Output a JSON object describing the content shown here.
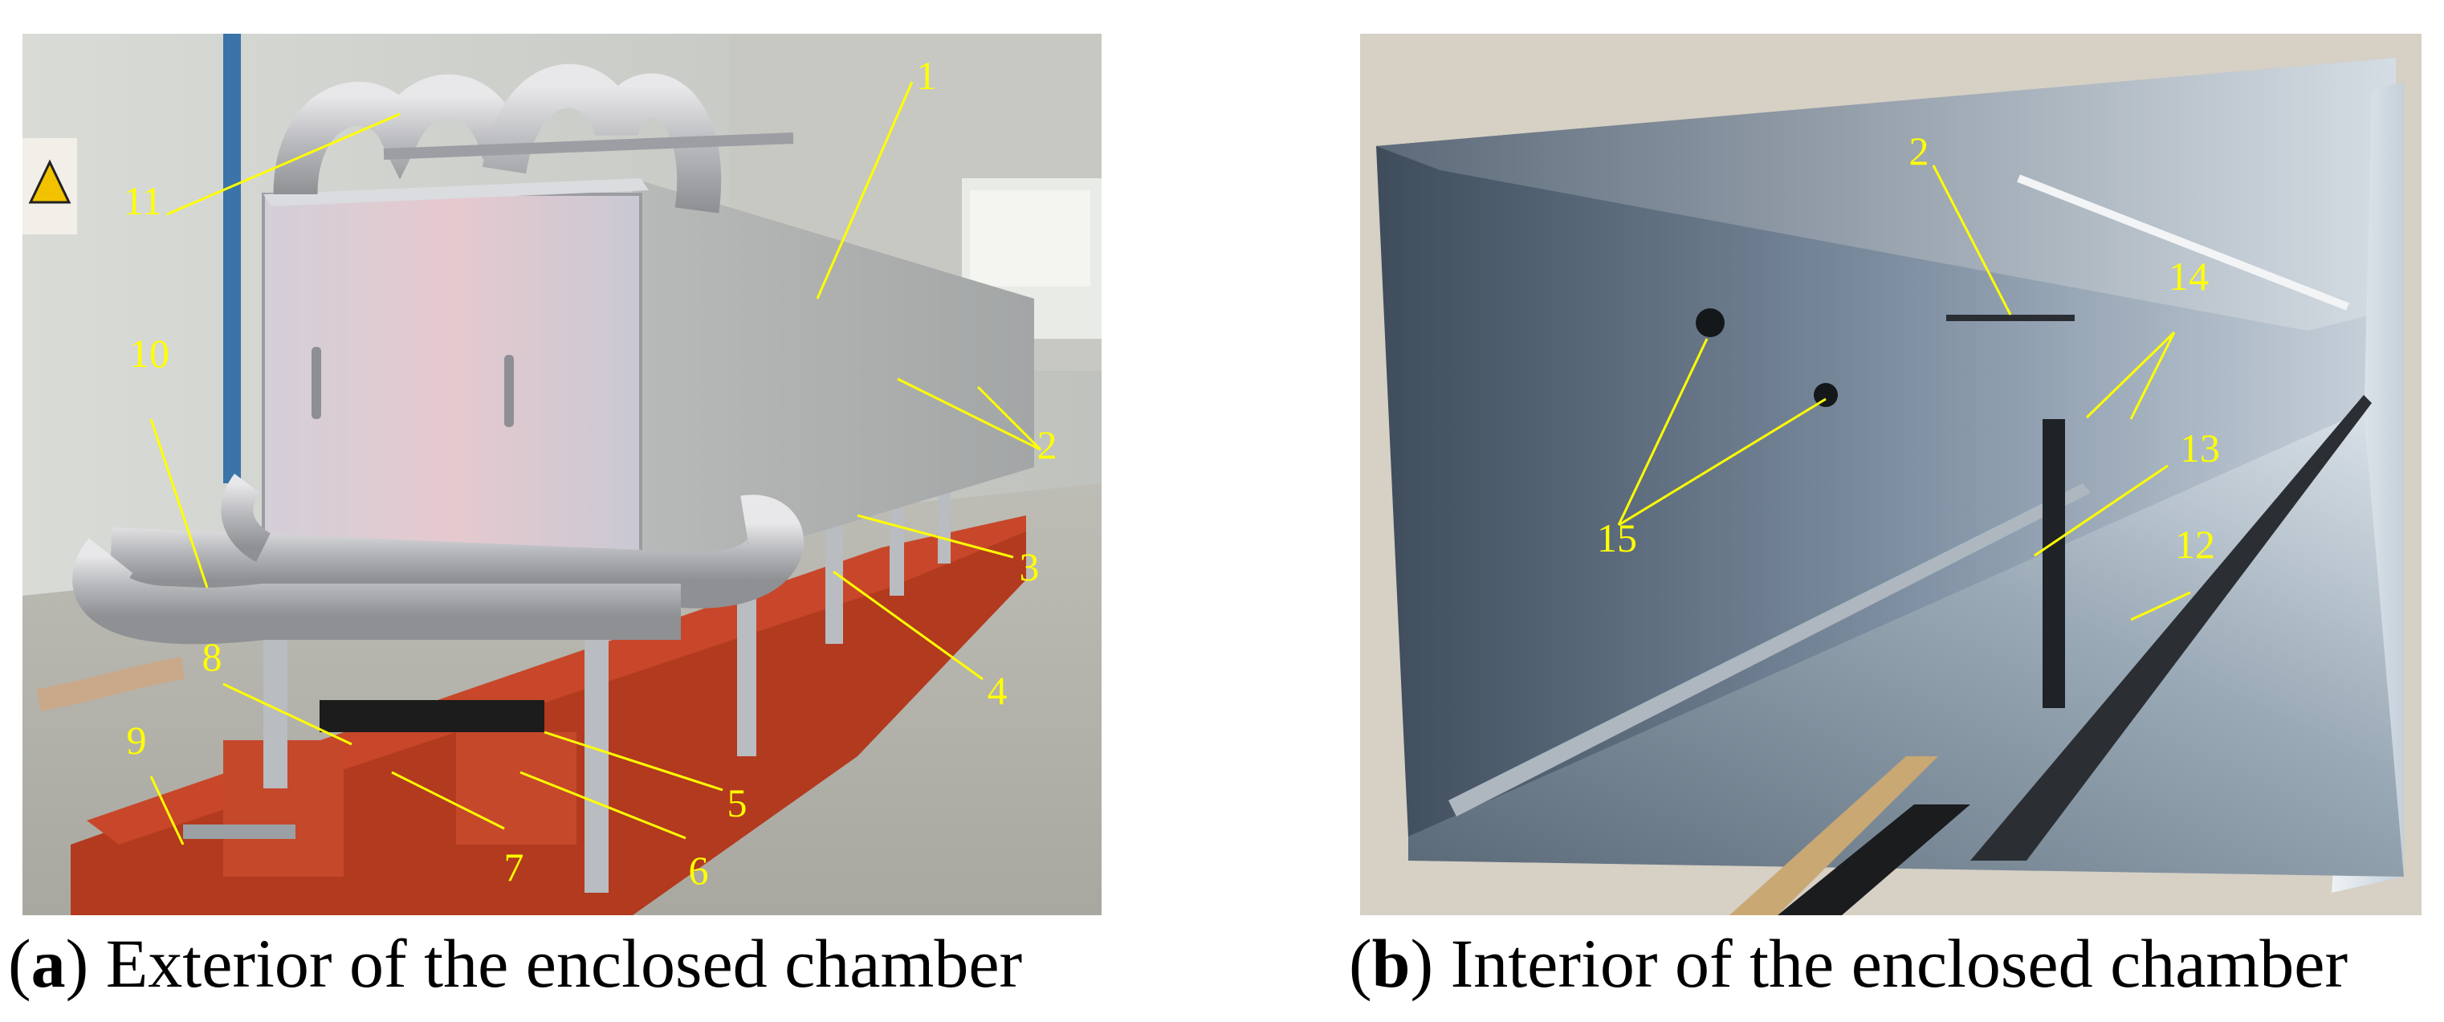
{
  "figure": {
    "panel_a": {
      "caption_open": "(",
      "caption_letter": "a",
      "caption_text": ") Exterior of the enclosed chamber",
      "labels": [
        "1",
        "2",
        "3",
        "4",
        "5",
        "6",
        "7",
        "8",
        "9",
        "10",
        "11"
      ]
    },
    "panel_b": {
      "caption_open": "(",
      "caption_letter": "b",
      "caption_text": ") Interior of the enclosed chamber",
      "labels": [
        "2",
        "12",
        "13",
        "14",
        "15"
      ]
    },
    "label_color": "#ffff00"
  }
}
